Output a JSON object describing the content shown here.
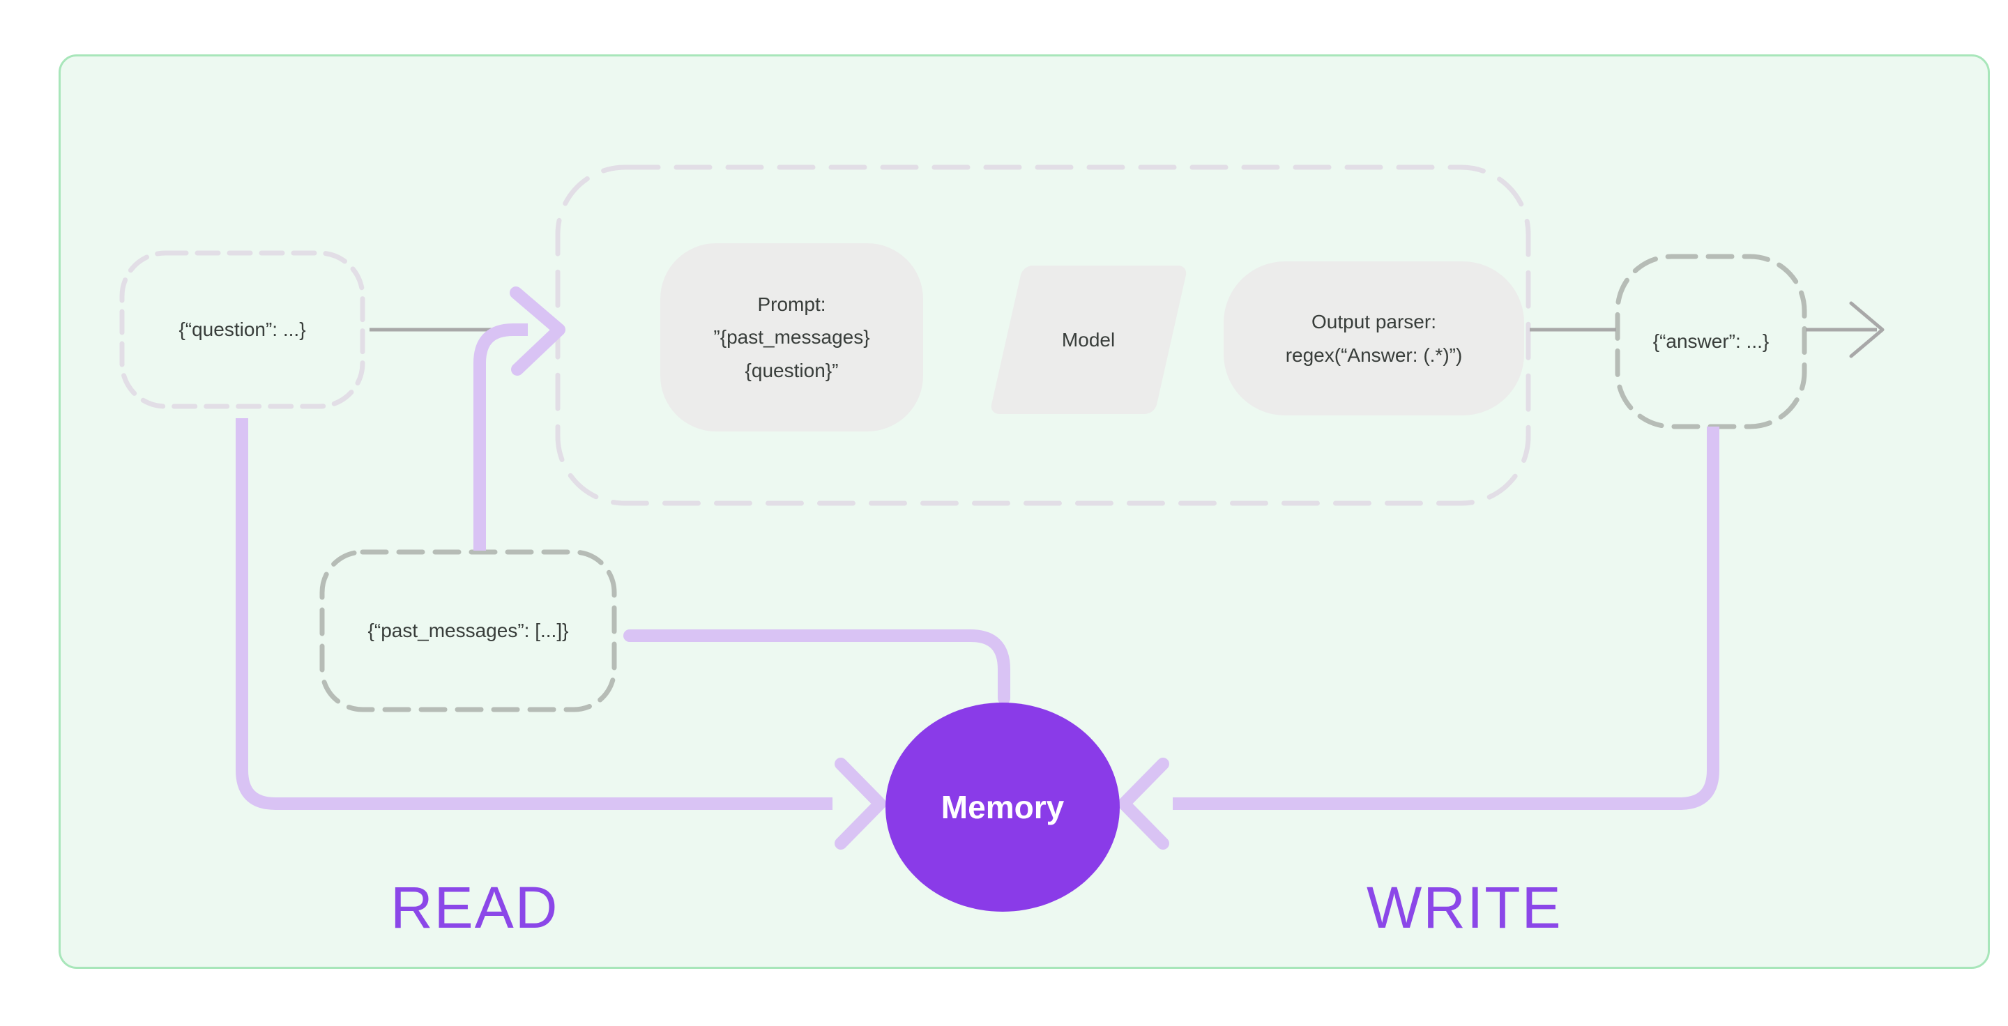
{
  "nodes": {
    "question": {
      "label": "{“question”: ...}"
    },
    "prompt": {
      "label": "Prompt:\n”{past_messages}\n{question}”"
    },
    "model": {
      "label": "Model"
    },
    "output_parser": {
      "label": "Output parser:\nregex(“Answer: (.*)”)"
    },
    "answer": {
      "label": "{“answer”: ...}"
    },
    "past_messages": {
      "label": "{“past_messages”: [...]}"
    },
    "memory": {
      "label": "Memory"
    }
  },
  "annotations": {
    "read": "READ",
    "write": "WRITE"
  },
  "colors": {
    "card_bg": "#edf9f1",
    "card_border": "#a8e6ba",
    "node_fill": "#ececeb",
    "node_text": "#383d3a",
    "dash_light": "#e2dee6",
    "dash_gray": "#b6bcb6",
    "connector_gray": "#a8a8a8",
    "connector_purple": "#d9c3f4",
    "memory_fill": "#8a3be8",
    "memory_text": "#ffffff",
    "annotation_purple": "#8b47e8"
  }
}
